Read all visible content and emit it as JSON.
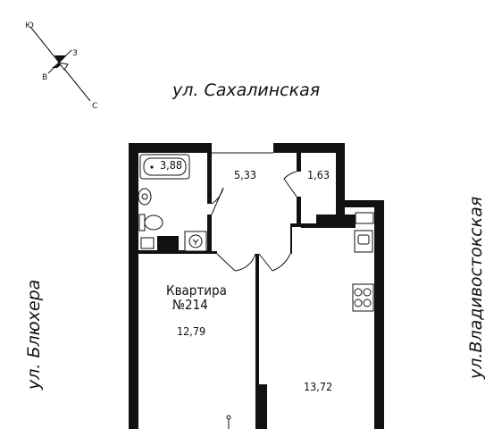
{
  "streets": {
    "north": "ул. Сахалинская",
    "west": "ул. Блюхера",
    "east": "ул.Владивостокская"
  },
  "compass": {
    "north": "С",
    "south": "Ю",
    "east": "В",
    "west": "З"
  },
  "apartment": {
    "label": "Квартира",
    "number": "№214"
  },
  "rooms": {
    "bathroom_area": "3,88",
    "hall_area": "5,33",
    "storage_area": "1,63",
    "living_room_area": "12,79",
    "kitchen_area": "13,72"
  }
}
